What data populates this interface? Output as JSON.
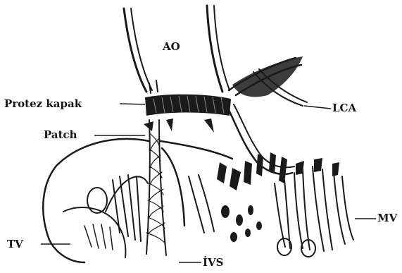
{
  "diagram": {
    "labels": {
      "ao": "AO",
      "protez_kapak": "Protez kapak",
      "patch": "Patch",
      "lca": "LCA",
      "mv": "MV",
      "tv": "TV",
      "ivs": "İVS"
    }
  }
}
